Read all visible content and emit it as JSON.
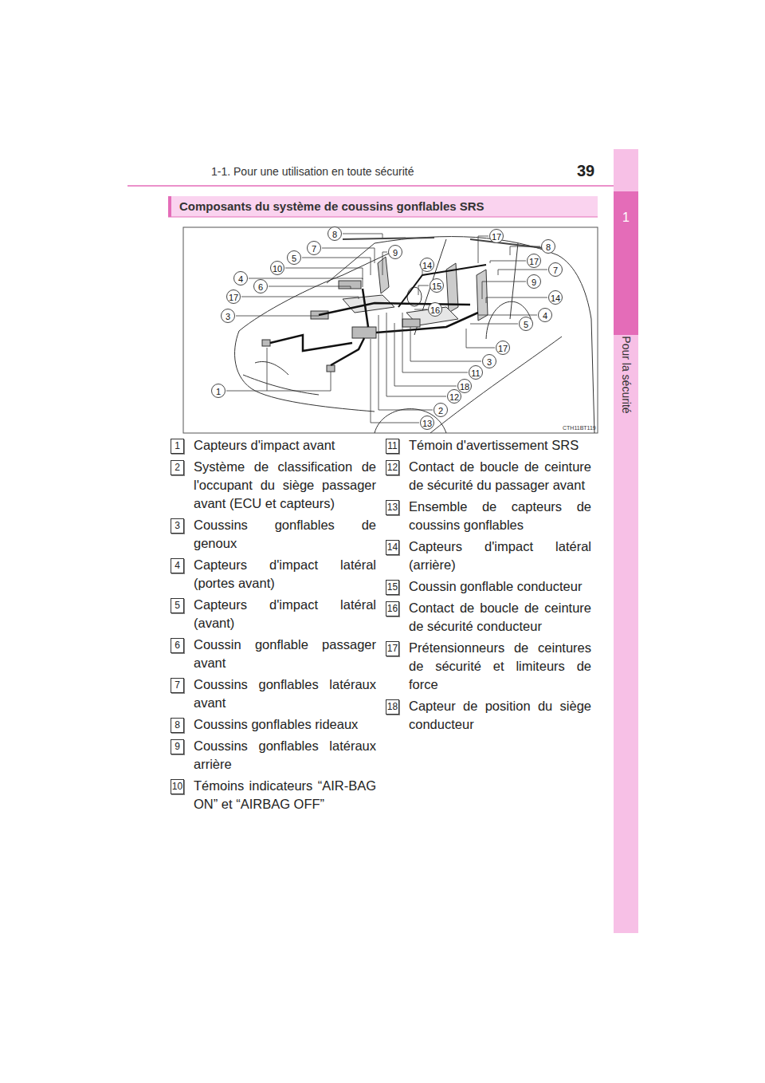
{
  "diagram": {
    "title": "Composants du système de coussins gonflables SRS",
    "nodes": [
      {
        "text": [
          "1",
          "Pour la sécurité"
        ]
      }
    ],
    "labels": [
      "1-1. Pour une utilisation en toute sécurité",
      "39",
      "8",
      "17",
      "7",
      "9",
      "8",
      "5",
      "14",
      "17",
      "10",
      "7",
      "4",
      "15",
      "9",
      "6",
      "17",
      "16",
      "14",
      "4",
      "3",
      "5",
      "17",
      "3",
      "11",
      "18",
      "1",
      "12",
      "2",
      "13",
      "CTH11BT119",
      "1",
      "Capteurs d'impact avant",
      "2",
      "Système de classification de l'occupant du siège passager avant (ECU et capteurs)",
      "3",
      "Coussins gonflables de genoux",
      "4",
      "Capteurs d'impact latéral (portes avant)",
      "5",
      "Capteurs d'impact latéral (avant)",
      "6",
      "Coussin gonflable passager avant",
      "7",
      "Coussins gonflables latéraux avant",
      "8",
      "Coussins gonflables rideaux",
      "9",
      "Coussins gonflables latéraux arrière",
      "10",
      "Témoins indicateurs “AIR-BAG ON” et “AIRBAG OFF”",
      "11",
      "Témoin d'avertissement SRS",
      "12",
      "Contact de boucle de ceinture de sécurité du passager avant",
      "13",
      "Ensemble de capteurs de coussins gonflables",
      "14",
      "Capteurs d'impact latéral (arrière)",
      "15",
      "Coussin gonflable conducteur",
      "16",
      "Contact de boucle de ceinture de sécurité conducteur",
      "17",
      "Prétensionneurs de ceintures de sécurité et limiteurs de force",
      "18",
      "Capteur de position du siège conducteur"
    ]
  }
}
